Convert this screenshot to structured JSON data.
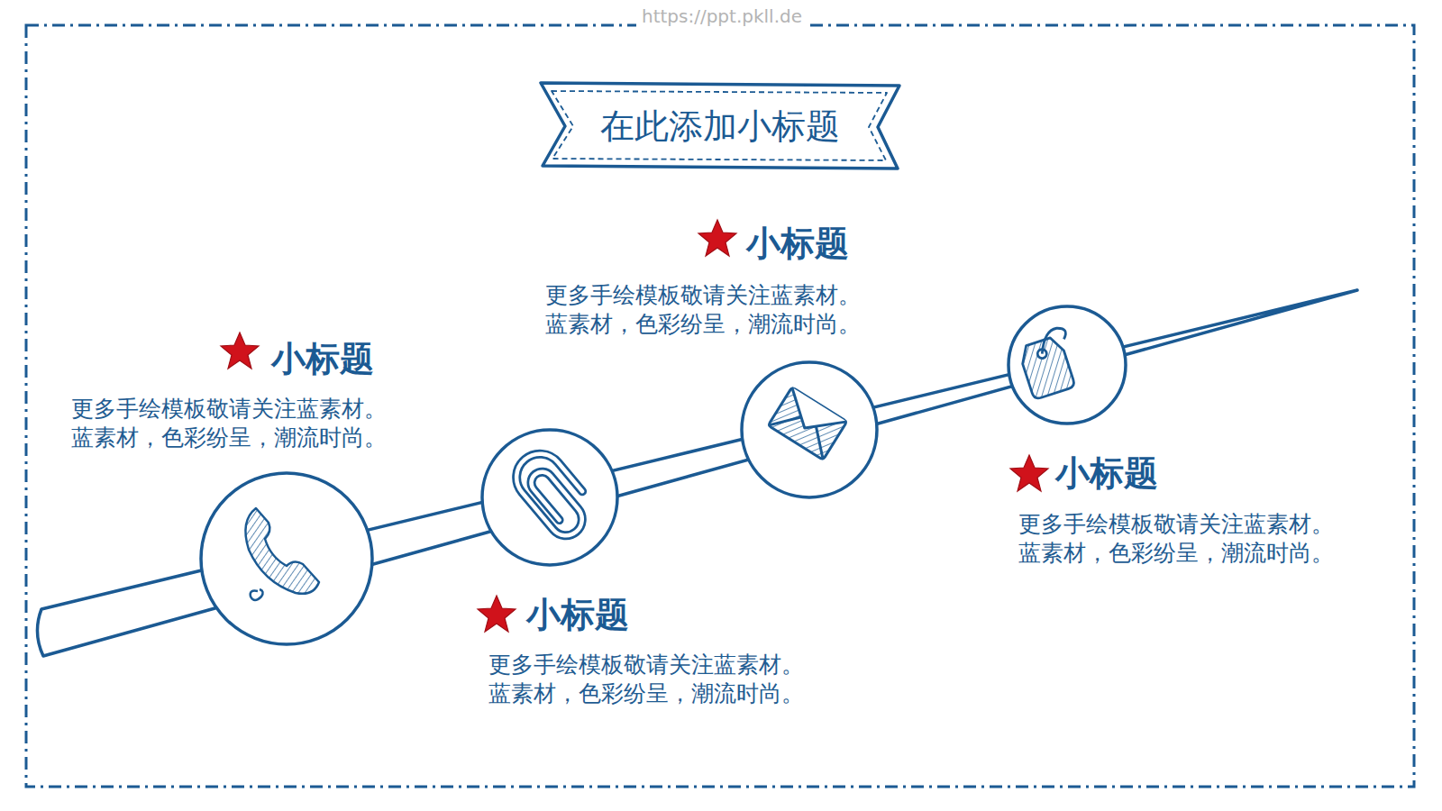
{
  "diagram": {
    "title": "在此添加小标题",
    "labels": [
      "https://ppt.pkll.de",
      "小标题",
      "更多手绘模板敬请关注蓝素材。 蓝素材，色彩纷呈，潮流时尚。",
      "小标题",
      "更多手绘模板敬请关注蓝素材。 蓝素材，色彩纷呈，潮流时尚。",
      "小标题",
      "更多手绘模板敬请关注蓝素材。 蓝素材，色彩纷呈，潮流时尚。",
      "小标题",
      "更多手绘模板敬请关注蓝素材。 蓝素材，色彩纷呈，潮流时尚。"
    ]
  }
}
